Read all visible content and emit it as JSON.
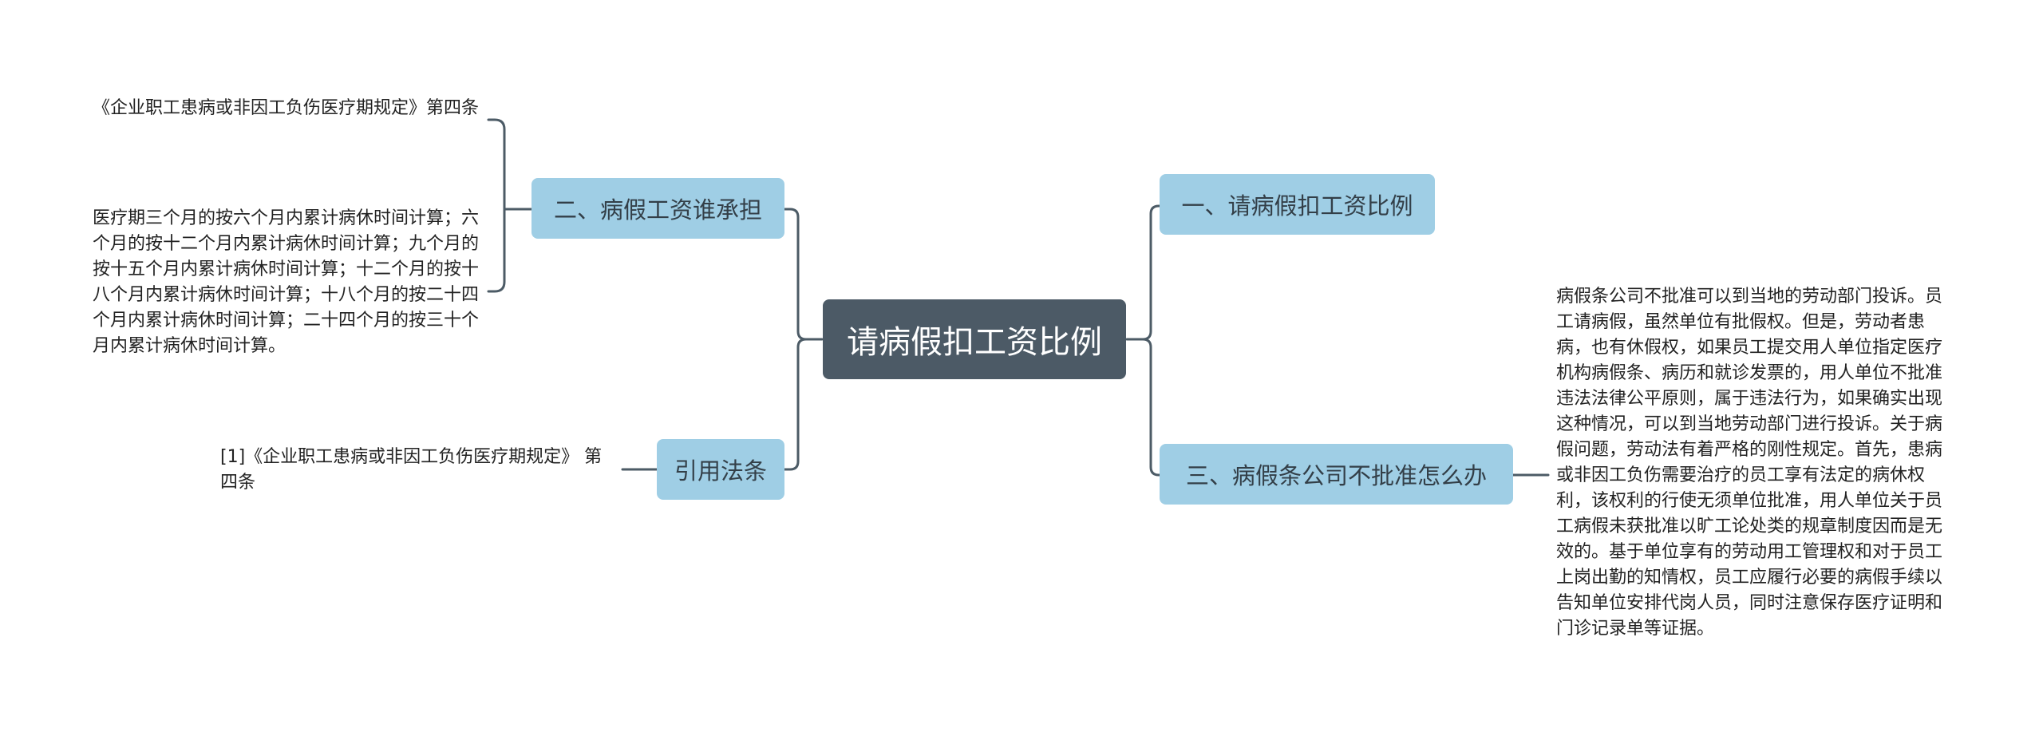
{
  "mindmap": {
    "root": {
      "label": "请病假扣工资比例"
    },
    "branches": {
      "b1": {
        "label": "一、请病假扣工资比例"
      },
      "b2": {
        "label": "二、病假工资谁承担"
      },
      "b3": {
        "label": "三、病假条公司不批准怎么办"
      },
      "b4": {
        "label": "引用法条"
      }
    },
    "leaves": {
      "b2_1": "《企业职工患病或非因工负伤医疗期规定》第四条",
      "b2_2": "医疗期三个月的按六个月内累计病休时间计算；六个月的按十二个月内累计病休时间计算；九个月的按十五个月内累计病休时间计算；十二个月的按十八个月内累计病休时间计算；十八个月的按二十四个月内累计病休时间计算；二十四个月的按三十个月内累计病休时间计算。",
      "b3_1": "病假条公司不批准可以到当地的劳动部门投诉。员工请病假，虽然单位有批假权。但是，劳动者患病，也有休假权，如果员工提交用人单位指定医疗机构病假条、病历和就诊发票的，用人单位不批准违法法律公平原则，属于违法行为，如果确实出现这种情况，可以到当地劳动部门进行投诉。关于病假问题，劳动法有着严格的刚性规定。首先，患病或非因工负伤需要治疗的员工享有法定的病休权利，该权利的行使无须单位批准，用人单位关于员工病假未获批准以旷工论处类的规章制度因而是无效的。基于单位享有的劳动用工管理权和对于员工上岗出勤的知情权，员工应履行必要的病假手续以告知单位安排代岗人员，同时注意保存医疗证明和门诊记录单等证据。",
      "b4_1": "[1]《企业职工患病或非因工负伤医疗期规定》 第四条"
    }
  },
  "colors": {
    "root_fill": "#4c5a66",
    "branch_fill": "#9fcee5",
    "connector": "#4c5b66",
    "text_dark": "#222222"
  }
}
